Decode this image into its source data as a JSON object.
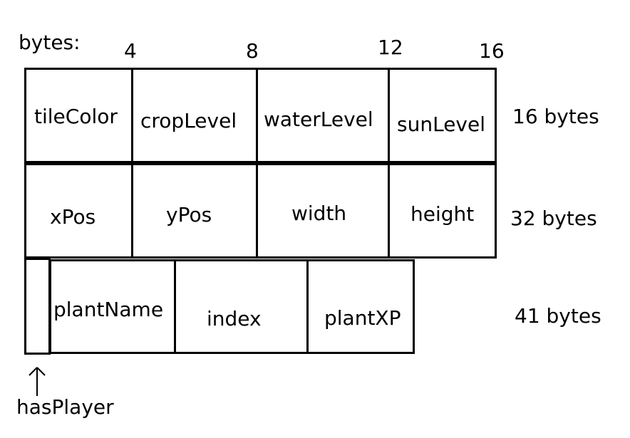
{
  "header": {
    "bytes_label": "bytes:",
    "offsets": [
      "4",
      "8",
      "12",
      "16"
    ]
  },
  "rows": [
    {
      "fields": [
        "tileColor",
        "cropLevel",
        "waterLevel",
        "sunLevel"
      ],
      "size_label": "16 bytes"
    },
    {
      "fields": [
        "xPos",
        "yPos",
        "width",
        "height"
      ],
      "size_label": "32 bytes"
    },
    {
      "fields": [
        "",
        "plantName",
        "index",
        "plantXP"
      ],
      "size_label": "41 bytes"
    }
  ],
  "pointer": {
    "label": "hasPlayer"
  }
}
